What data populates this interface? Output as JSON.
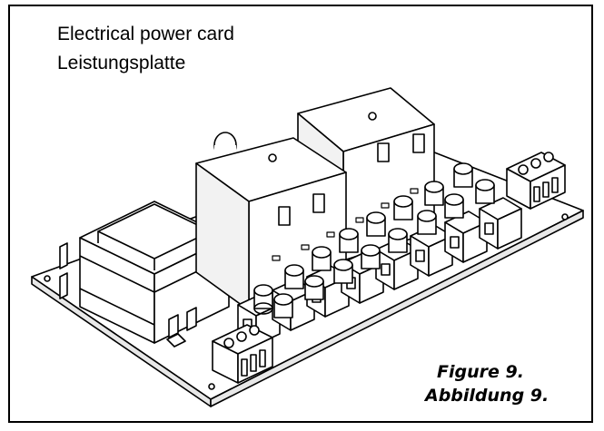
{
  "title": {
    "line1": "Electrical power card",
    "line2": "Leistungsplatte"
  },
  "caption": {
    "line1": "Figure 9.",
    "line2": "Abbildung 9."
  },
  "colors": {
    "ink": "#000000",
    "paper": "#ffffff"
  }
}
